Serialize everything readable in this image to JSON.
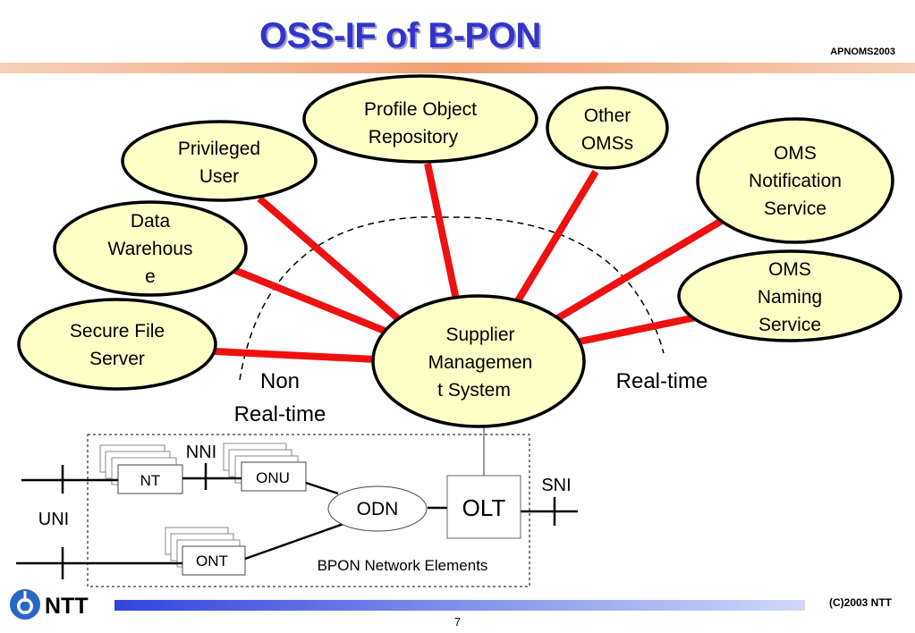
{
  "header": {
    "title": "OSS-IF of B-PON",
    "conference": "APNOMS2003"
  },
  "nodes": {
    "center": [
      "Supplier",
      "Managemen",
      "t System"
    ],
    "privileged_user": [
      "Privileged",
      "User"
    ],
    "profile_repo": [
      "Profile Object",
      "Repository"
    ],
    "other_oms": [
      "Other",
      "OMSs"
    ],
    "notification": [
      "OMS",
      "Notification",
      "Service"
    ],
    "naming": [
      "OMS",
      "Naming",
      "Service"
    ],
    "data_warehouse": [
      "Data",
      "Warehous",
      "e"
    ],
    "secure_file": [
      "Secure File",
      "Server"
    ]
  },
  "regions": {
    "non_realtime": [
      "Non",
      "Real-time"
    ],
    "realtime": "Real-time"
  },
  "network": {
    "nt": "NT",
    "onu": "ONU",
    "ont": "ONT",
    "odn": "ODN",
    "olt": "OLT",
    "nni": "NNI",
    "sni": "SNI",
    "uni": "UNI",
    "caption": "BPON Network Elements"
  },
  "footer": {
    "logo_text": "NTT",
    "copyright": "(C)2003 NTT",
    "page": "7"
  },
  "colors": {
    "title": "#3333cc",
    "link": "#ee1111",
    "ellipse_fill": "#ffffc8"
  }
}
